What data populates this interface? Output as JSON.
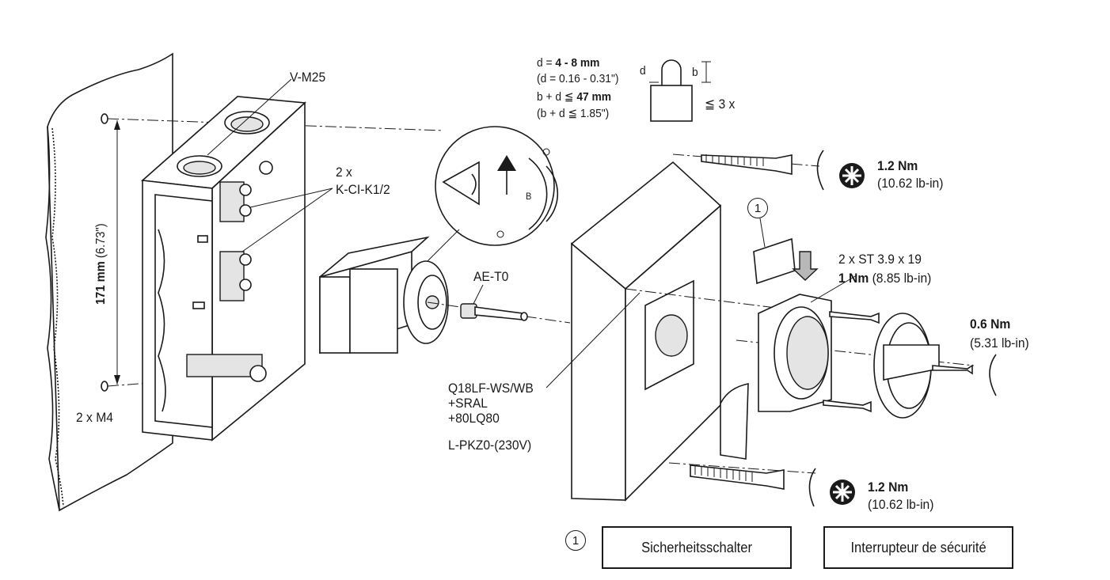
{
  "lock": {
    "line1_prefix": "d = ",
    "line1_value": "4 - 8 mm",
    "line2": "(d = 0.16 - 0.31\")",
    "line3_prefix": "b + d ≦ ",
    "line3_value": "47 mm",
    "line4": "(b + d ≦ 1.85\")",
    "dim_d": "d",
    "dim_b": "b",
    "count": "≦ 3 x"
  },
  "labels": {
    "v_m25": "V-M25",
    "k_ci_qty": "2 x",
    "k_ci": "K-CI-K1/2",
    "height_bold": "171 mm",
    "height_rest": " (6.73\")",
    "screws_m4": "2 x M4",
    "ae_t0": "AE-T0",
    "detail_b": "B",
    "q18_line1": "Q18LF-WS/WB",
    "q18_line2": "+SRAL",
    "q18_line3": "+80LQ80",
    "l_pkz0": "L-PKZ0-(230V)",
    "st_screws": "2 x ST 3.9 x 19",
    "st_torque_bold": "1 Nm",
    "st_torque_rest": " (8.85 lb-in)",
    "handle_torque": "0.6 Nm",
    "handle_torque_imp": "(5.31 lb-in)",
    "top_torque": "1.2 Nm",
    "top_torque_imp": "(10.62 lb-in)",
    "bottom_torque": "1.2 Nm",
    "bottom_torque_imp": "(10.62 lb-in)",
    "callout_1": "①",
    "legend_marker": "①"
  },
  "legend": {
    "de": "Sicherheitsschalter",
    "fr": "Interrupteur de sécurité"
  }
}
